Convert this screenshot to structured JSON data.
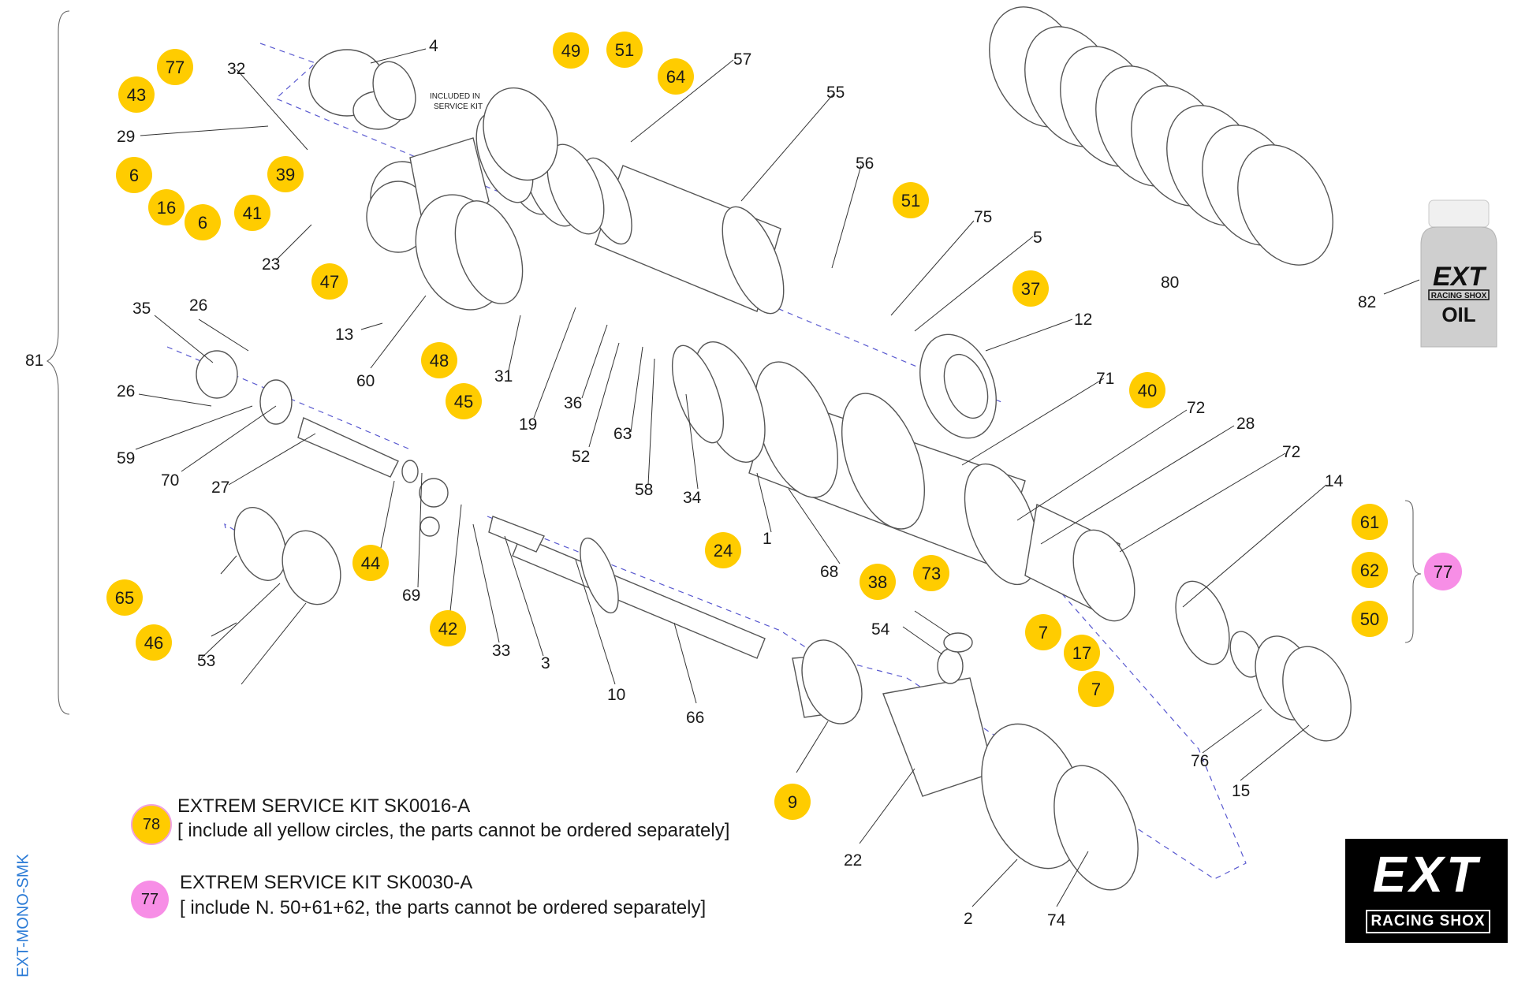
{
  "part_numbers": {
    "p4": "4",
    "p32": "32",
    "p29": "29",
    "p57": "57",
    "p55": "55",
    "p56": "56",
    "p75": "75",
    "p5": "5",
    "p12": "12",
    "p23": "23",
    "p35": "35",
    "p26a": "26",
    "p26b": "26",
    "p59": "59",
    "p70": "70",
    "p27": "27",
    "p13": "13",
    "p60": "60",
    "p31": "31",
    "p19": "19",
    "p36": "36",
    "p52": "52",
    "p63": "63",
    "p58": "58",
    "p34": "34",
    "p1": "1",
    "p71": "71",
    "p72a": "72",
    "p72b": "72",
    "p28": "28",
    "p14": "14",
    "p68": "68",
    "p54": "54",
    "p33": "33",
    "p3": "3",
    "p10": "10",
    "p66": "66",
    "p69": "69",
    "p53": "53",
    "p22": "22",
    "p2": "2",
    "p74": "74",
    "p76": "76",
    "p15": "15",
    "p80": "80",
    "p82": "82",
    "p81": "81"
  },
  "yellow_badges": {
    "b77": "77",
    "b43": "43",
    "b6a": "6",
    "b16": "16",
    "b6b": "6",
    "b39": "39",
    "b41": "41",
    "b49": "49",
    "b51a": "51",
    "b64": "64",
    "b47": "47",
    "b48": "48",
    "b45": "45",
    "b51b": "51",
    "b37": "37",
    "b40": "40",
    "b24": "24",
    "b44": "44",
    "b65": "65",
    "b46": "46",
    "b42": "42",
    "b38": "38",
    "b73": "73",
    "b7a": "7",
    "b17": "17",
    "b7b": "7",
    "b61": "61",
    "b62": "62",
    "b50": "50",
    "b9": "9"
  },
  "pink_badges": {
    "b77pink": "77"
  },
  "annotation_service_kit": [
    "INCLUDED IN",
    "SERVICE KIT"
  ],
  "service_kits": [
    {
      "badge": "78",
      "title": "EXTREM SERVICE KIT SK0016-A",
      "note": "[ include all yellow circles, the parts cannot be ordered separately]"
    },
    {
      "badge": "77",
      "title": "EXTREM SERVICE KIT SK0030-A",
      "note": "[ include N. 50+61+62, the parts cannot be ordered separately]"
    }
  ],
  "oil_bottle": {
    "brand": "EXT",
    "tagline": "RACING SHOX",
    "label": "OIL"
  },
  "logo": {
    "brand": "EXT",
    "tagline": "RACING SHOX"
  },
  "side_code": "EXT-MONO-SMK",
  "colors": {
    "yellow": "#ffcc00",
    "pink": "#f78ee6",
    "text": "#1a1a1a",
    "side_code": "#2b7bd6"
  }
}
